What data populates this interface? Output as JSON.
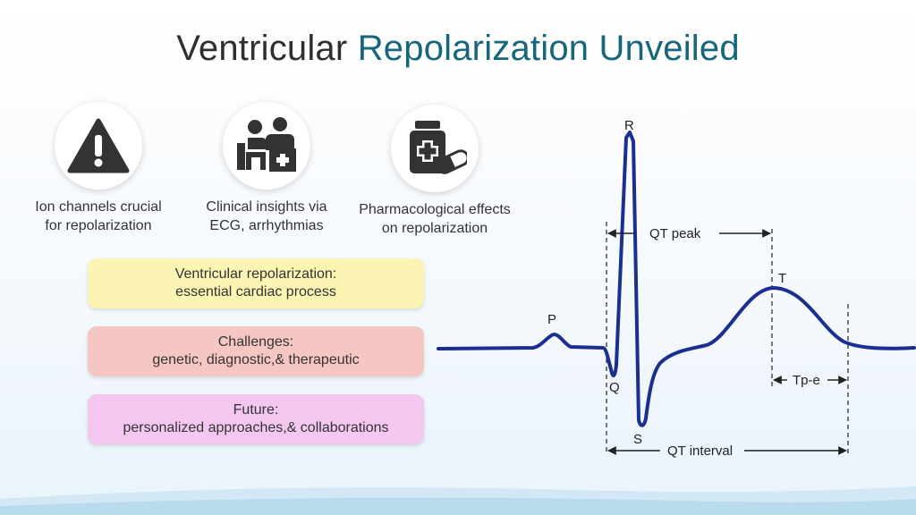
{
  "title": {
    "part1": "Ventricular",
    "part2": "Repolarization Unveiled"
  },
  "icons": [
    {
      "icon": "warning-icon",
      "caption_line1": "Ion channels crucial",
      "caption_line2": "for repolarization"
    },
    {
      "icon": "clinicians-icon",
      "caption_line1": "Clinical insights via",
      "caption_line2": "ECG, arrhythmias"
    },
    {
      "icon": "medication-icon",
      "caption_line1": "Pharmacological effects",
      "caption_line2": "on repolarization"
    }
  ],
  "boxes": [
    {
      "line1": "Ventricular repolarization:",
      "line2": "essential cardiac process"
    },
    {
      "line1": "Challenges:",
      "line2": "genetic, diagnostic,& therapeutic"
    },
    {
      "line1": "Future:",
      "line2": "personalized approaches,& collaborations"
    }
  ],
  "ecg": {
    "labels": {
      "p": "P",
      "q": "Q",
      "r": "R",
      "s": "S",
      "t": "T"
    },
    "intervals": {
      "qt_peak": "QT peak",
      "tp_e": "Tp-e",
      "qt_interval": "QT interval"
    },
    "colors": {
      "trace": "#1a2f8f",
      "annotation": "#222222"
    }
  },
  "colors": {
    "title_dark": "#2f2f2f",
    "title_accent": "#17667a",
    "box_yellow": "#fbf4b2",
    "box_red": "#f6c6c3",
    "box_pink": "#f4c7f1"
  }
}
